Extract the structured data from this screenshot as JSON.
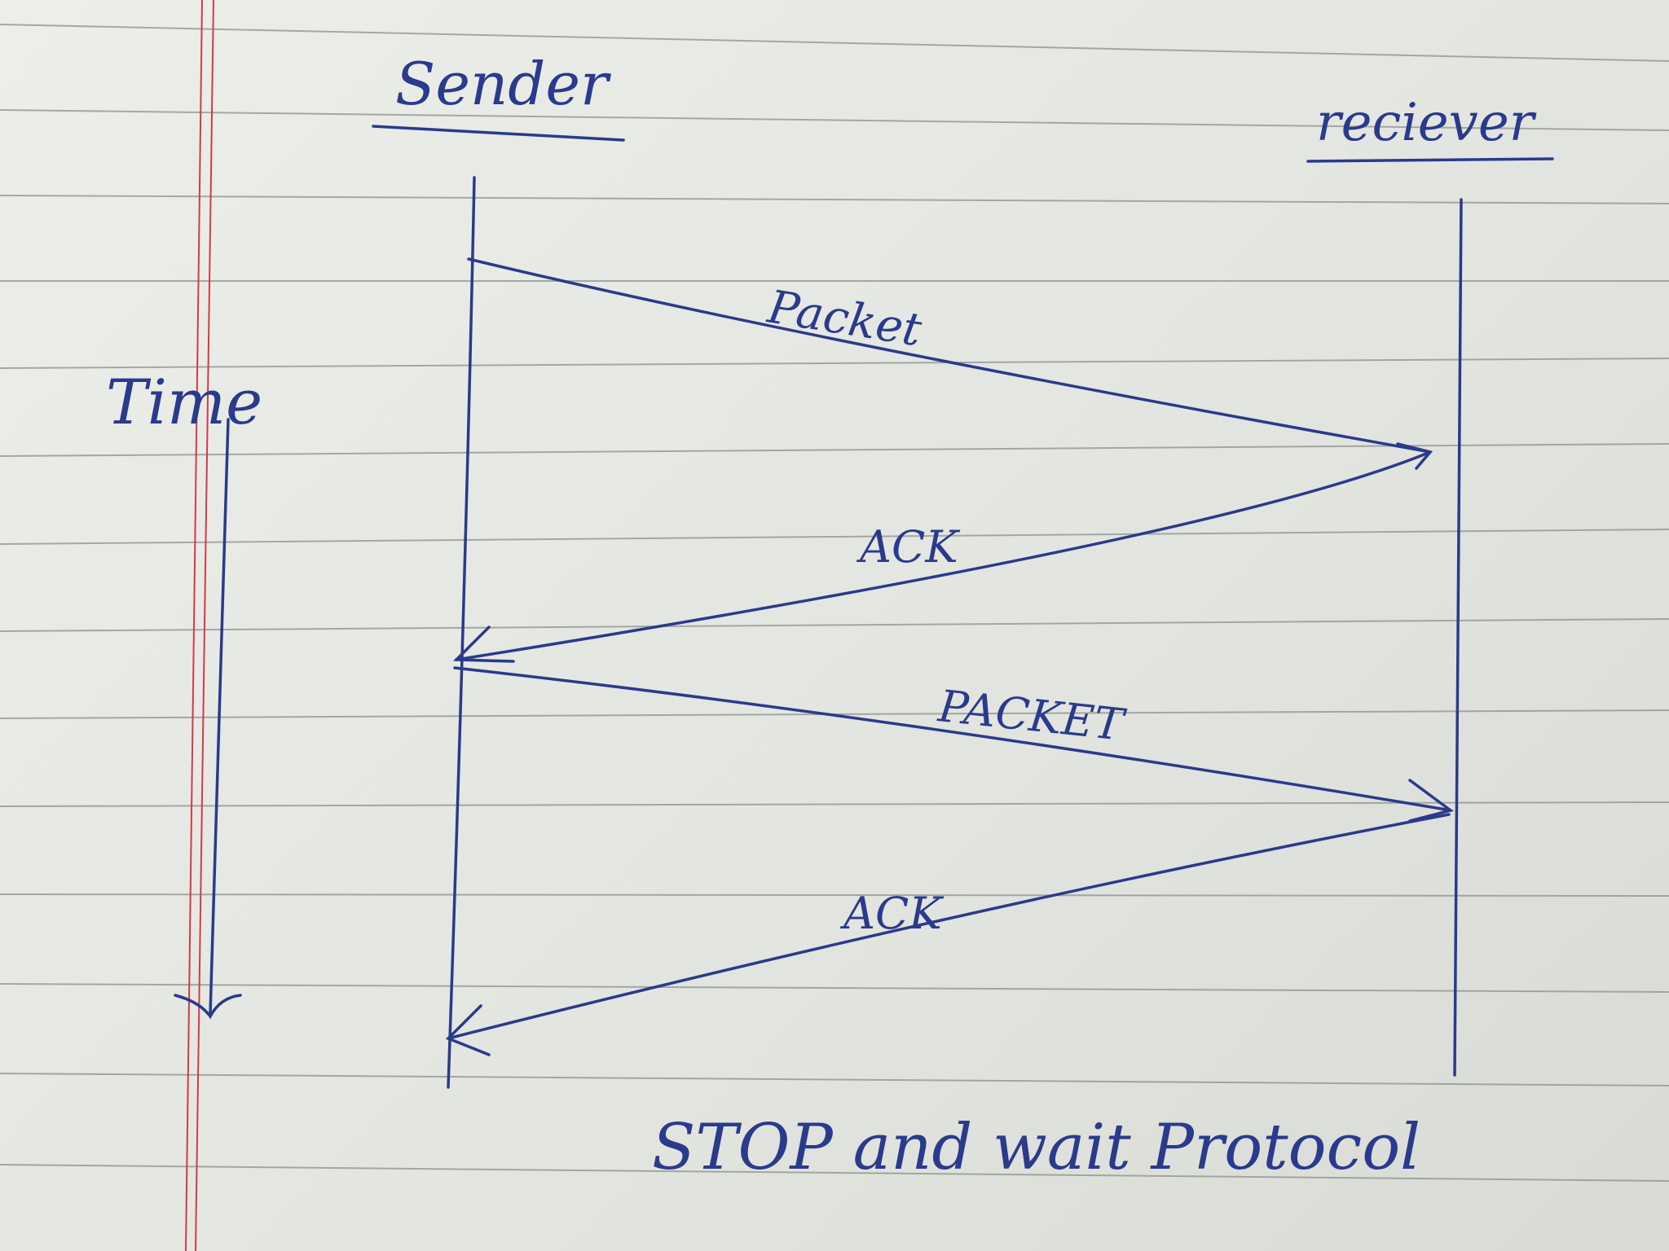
{
  "diagram": {
    "title": "STOP and wait Protocol",
    "type": "sequence-diagram",
    "medium": "handwritten on ruled notebook paper",
    "ink_color": "#2a3a8c",
    "rule_color": "#8a8c88",
    "margin_color": "#d23a4a",
    "lifelines": [
      {
        "id": "sender",
        "label": "Sender"
      },
      {
        "id": "receiver",
        "label": "reciever"
      }
    ],
    "time_axis": {
      "label": "Time",
      "direction": "down"
    },
    "messages": [
      {
        "from": "sender",
        "to": "receiver",
        "label": "Packet"
      },
      {
        "from": "receiver",
        "to": "sender",
        "label": "ACK"
      },
      {
        "from": "sender",
        "to": "receiver",
        "label": "PACKET"
      },
      {
        "from": "receiver",
        "to": "sender",
        "label": "ACK"
      }
    ]
  }
}
